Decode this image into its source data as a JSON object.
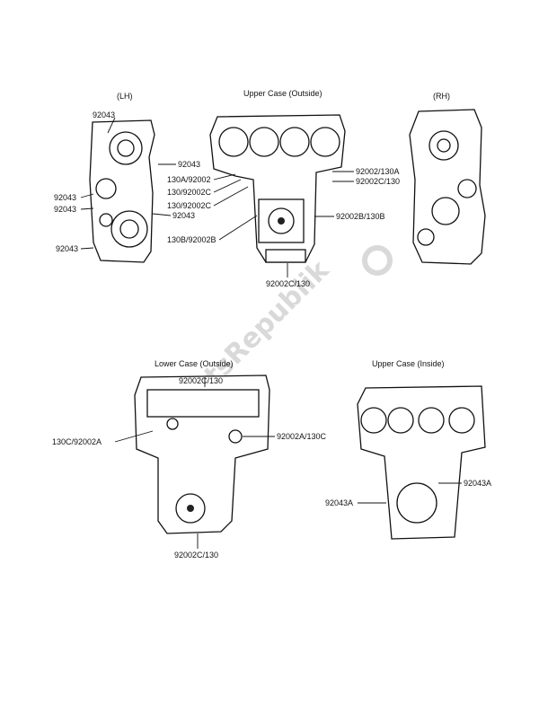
{
  "diagram": {
    "views": {
      "lh": {
        "title": "(LH)"
      },
      "upper_outside": {
        "title": "Upper Case (Outside)"
      },
      "rh": {
        "title": "(RH)"
      },
      "lower_outside": {
        "title": "Lower Case (Outside)"
      },
      "upper_inside": {
        "title": "Upper Case (Inside)"
      }
    },
    "labels": {
      "lh_1": "92043",
      "lh_2": "92043",
      "lh_3": "92043",
      "lh_4": "92043",
      "lh_5": "92043",
      "lh_6": "92043",
      "uo_1": "130A/92002",
      "uo_2": "130/92002C",
      "uo_3": "130/92002C",
      "uo_4": "130B/92002B",
      "uo_5": "92002/130A",
      "uo_6": "92002C/130",
      "uo_7": "92002B/130B",
      "uo_8": "92002C/130",
      "lo_1": "92002C/130",
      "lo_2": "130C/92002A",
      "lo_3": "92002A/130C",
      "lo_4": "92002C/130",
      "ui_1": "92043A",
      "ui_2": "92043A"
    },
    "watermark": "PartsRepublik"
  }
}
